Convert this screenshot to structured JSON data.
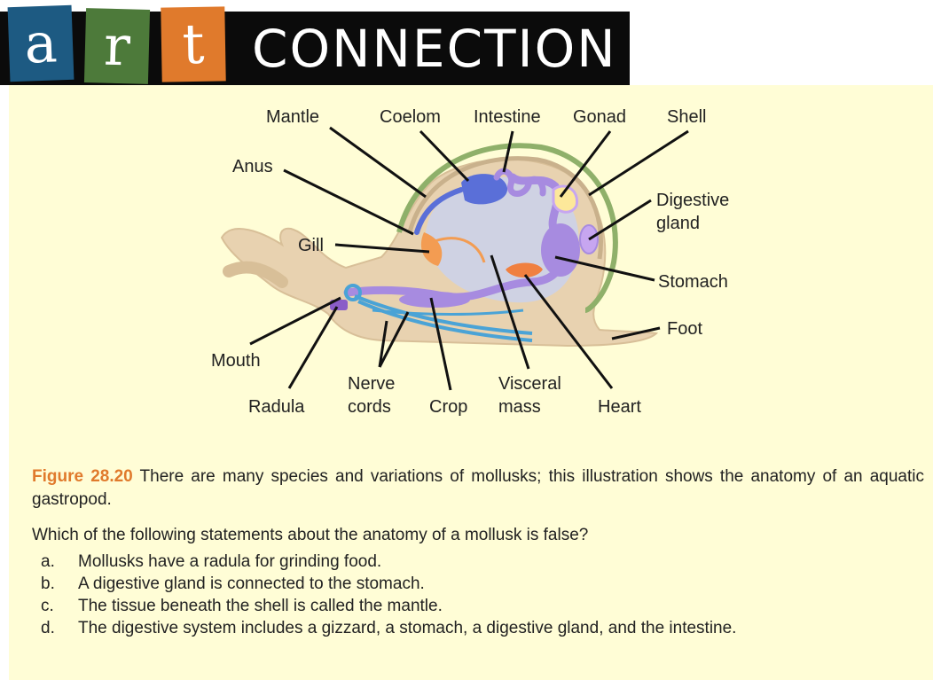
{
  "banner": {
    "letters": [
      "a",
      "r",
      "t"
    ],
    "word": "CONNECTION",
    "colors": {
      "a": "#1d5a82",
      "r": "#4d7a3a",
      "t": "#e07a2c",
      "bar": "#0b0b0b"
    }
  },
  "figure": {
    "labels": {
      "mantle": "Mantle",
      "coelom": "Coelom",
      "intestine": "Intestine",
      "gonad": "Gonad",
      "shell": "Shell",
      "anus": "Anus",
      "digestive_gland_1": "Digestive",
      "digestive_gland_2": "gland",
      "gill": "Gill",
      "stomach": "Stomach",
      "foot": "Foot",
      "mouth": "Mouth",
      "radula": "Radula",
      "nerve_cords_1": "Nerve",
      "nerve_cords_2": "cords",
      "crop": "Crop",
      "visceral_mass_1": "Visceral",
      "visceral_mass_2": "mass",
      "heart": "Heart"
    },
    "colors": {
      "panel": "#fffdd6",
      "body": "#e8d2b0",
      "shell": "#8fb06a",
      "digestive": "#a78be0",
      "coelom": "#5a6fd8",
      "gill": "#f39c52",
      "nerve": "#4aa3d6",
      "gonad": "#fde89a"
    }
  },
  "caption": {
    "figure_number": "Figure 28.20",
    "text": " There are many species and variations of mollusks; this illustration shows the anatomy of an aquatic gastropod."
  },
  "question": {
    "prompt": "Which of the following statements about the anatomy of a mollusk is false?",
    "options": [
      {
        "letter": "a.",
        "text": "Mollusks have a radula for grinding food."
      },
      {
        "letter": "b.",
        "text": "A digestive gland is connected to the stomach."
      },
      {
        "letter": "c.",
        "text": "The tissue beneath the shell is called the mantle."
      },
      {
        "letter": "d.",
        "text": "The digestive system includes a gizzard, a stomach, a digestive gland, and the intestine."
      }
    ]
  }
}
